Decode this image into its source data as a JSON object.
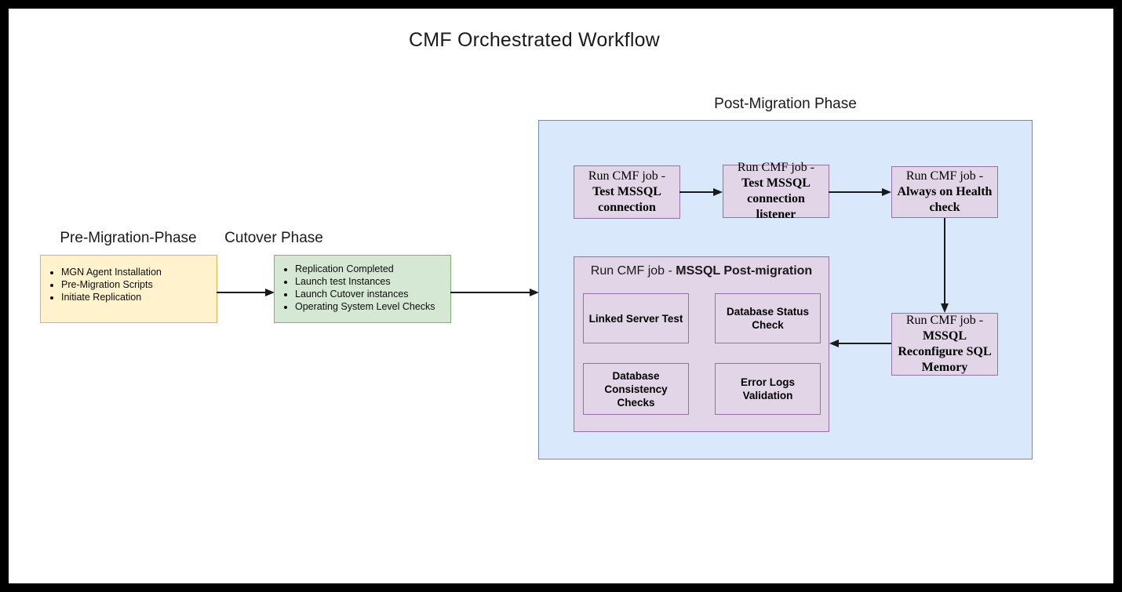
{
  "diagram": {
    "title": "CMF Orchestrated Workflow",
    "background": "#ffffff",
    "frame_color": "#000000"
  },
  "phases": {
    "pre_migration": {
      "caption": "Pre-Migration-Phase",
      "fill": "#fff2cc",
      "stroke": "#d6b656",
      "items": [
        "MGN Agent Installation",
        "Pre-Migration Scripts",
        "Initiate Replication"
      ]
    },
    "cutover": {
      "caption": "Cutover Phase",
      "fill": "#d5e8d4",
      "stroke": "#82b366",
      "items": [
        "Replication Completed",
        "Launch test Instances",
        "Launch Cutover instances",
        "Operating System Level Checks"
      ]
    },
    "post_migration": {
      "caption": "Post-Migration Phase",
      "fill": "#dae8fc",
      "stroke": "#6c8ebf"
    }
  },
  "cmf_jobs": {
    "prefix": "Run CMF job - ",
    "test_mssql_connection": {
      "prefix": "Run CMF job - ",
      "name": "Test MSSQL connection"
    },
    "test_mssql_connection_listener": {
      "prefix": "Run CMF job - ",
      "name": "Test MSSQL connection listener"
    },
    "always_on_health_check": {
      "prefix": "Run CMF job - ",
      "name": "Always on Health check"
    },
    "mssql_reconfigure_sql_memory": {
      "prefix": "Run CMF job - ",
      "name": "MSSQL Reconfigure SQL Memory"
    },
    "mssql_post_migration": {
      "prefix": "Run CMF job - ",
      "name": "MSSQL Post-migration",
      "fill": "#e1d5e7",
      "stroke": "#9673a6",
      "checks": [
        "Linked Server Test",
        "Database Status Check",
        "Database Consistency Checks",
        "Error Logs Validation"
      ]
    }
  },
  "connectors": [
    {
      "name": "pre-to-cutover",
      "direction": "right"
    },
    {
      "name": "cutover-to-post-migration",
      "direction": "right"
    },
    {
      "name": "test-connection-to-listener",
      "direction": "right"
    },
    {
      "name": "listener-to-health-check",
      "direction": "right"
    },
    {
      "name": "health-check-to-reconfigure-memory",
      "direction": "down"
    },
    {
      "name": "reconfigure-memory-to-post-migration-job",
      "direction": "left"
    }
  ]
}
